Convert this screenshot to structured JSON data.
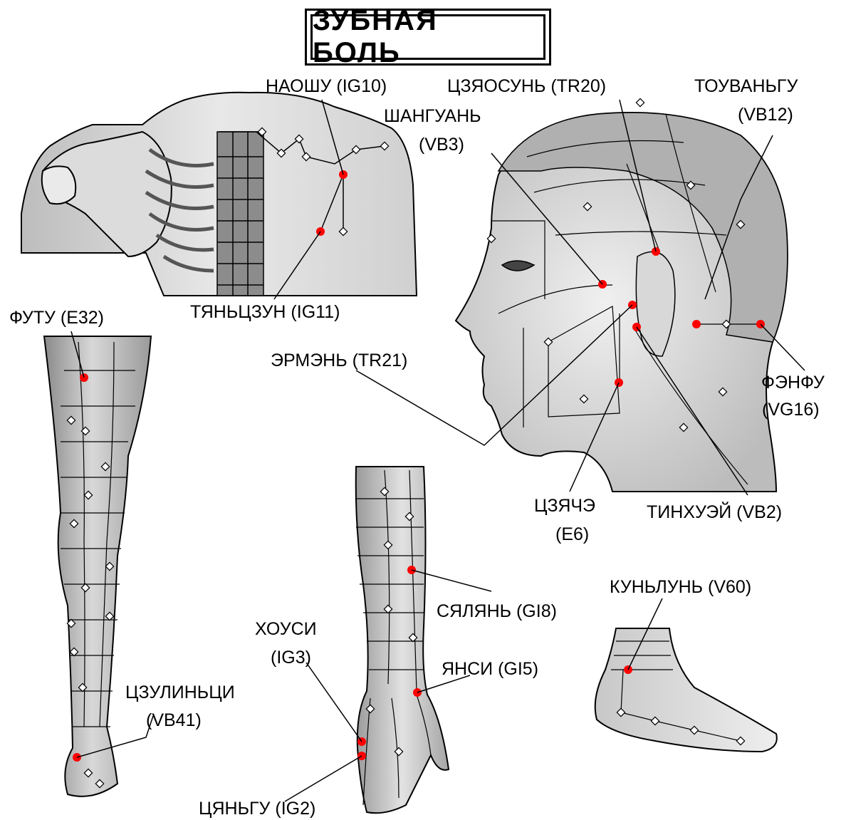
{
  "title": "ЗУБНАЯ БОЛЬ",
  "colors": {
    "point": "#ff0000",
    "line": "#000000",
    "body_light": "#e6e6e6",
    "body_mid": "#b5b5b5",
    "body_dark": "#6e6e6e"
  },
  "labels": {
    "naoshu": "НАОШУ (IG10)",
    "tszyaosun": "ЦЗЯОСУНЬ (TR20)",
    "touvangu": "ТОУВАНЬГУ",
    "touvangu_code": "(VB12)",
    "shanguan": "ШАНГУАНЬ",
    "shanguan_code": "(VB3)",
    "tyantszun": "ТЯНЬЦЗУН (IG11)",
    "futu": "ФУТУ (E32)",
    "ermen": "ЭРМЭНЬ (TR21)",
    "fenfu": "ФЭНФУ",
    "fenfu_code": "(VG16)",
    "tszyache": "ЦЗЯЧЭ",
    "tszyache_code": "(E6)",
    "tinhuei": "ТИНХУЭЙ (VB2)",
    "kunlun": "КУНЬЛУНЬ (V60)",
    "syalyan": "СЯЛЯНЬ (GI8)",
    "housi": "ХОУСИ",
    "housi_code": "(IG3)",
    "yansi": "ЯНСИ (GI5)",
    "tszulintsi": "ЦЗУЛИНЬЦИ",
    "tszulintsi_code": "(VB41)",
    "tsyangu": "ЦЯНЬГУ (IG2)"
  }
}
